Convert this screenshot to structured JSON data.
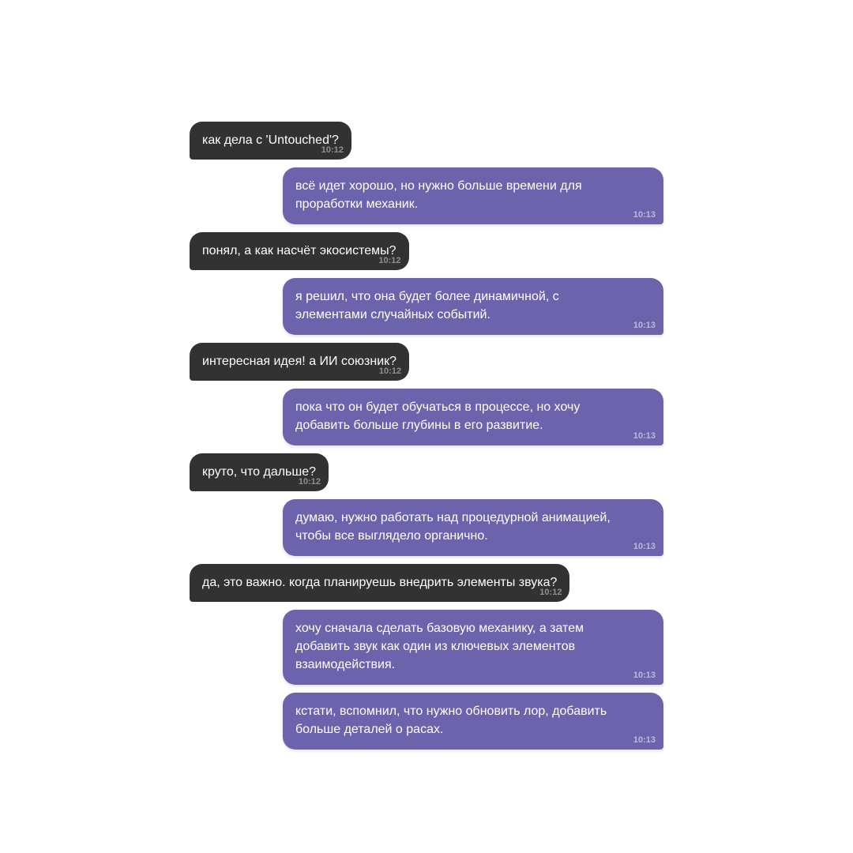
{
  "colors": {
    "incoming_bubble": "#323232",
    "outgoing_bubble": "#6c63ac",
    "background": "#ffffff",
    "text": "#ffffff"
  },
  "messages": [
    {
      "side": "incoming",
      "text": "как дела с 'Untouched'?",
      "time": "10:12"
    },
    {
      "side": "outgoing",
      "text": "всё идет хорошо, но нужно больше времени для проработки механик.",
      "time": "10:13"
    },
    {
      "side": "incoming",
      "text": "понял, а как насчёт экосистемы?",
      "time": "10:12"
    },
    {
      "side": "outgoing",
      "text": "я решил, что она будет более динамичной, с элементами случайных событий.",
      "time": "10:13"
    },
    {
      "side": "incoming",
      "text": "интересная идея! а ИИ союзник?",
      "time": "10:12"
    },
    {
      "side": "outgoing",
      "text": "пока что он будет обучаться в процессе, но хочу добавить больше глубины в его развитие.",
      "time": "10:13"
    },
    {
      "side": "incoming",
      "text": "круто, что дальше?",
      "time": "10:12"
    },
    {
      "side": "outgoing",
      "text": "думаю, нужно работать над процедурной анимацией, чтобы все выглядело органично.",
      "time": "10:13"
    },
    {
      "side": "incoming",
      "text": "да, это важно. когда планируешь внедрить элементы звука?",
      "time": "10:12"
    },
    {
      "side": "outgoing",
      "text": "хочу сначала сделать базовую механику, а затем добавить звук как один из ключевых элементов взаимодействия.",
      "time": "10:13"
    },
    {
      "side": "outgoing",
      "text": "кстати, вспомнил, что нужно обновить лор, добавить больше деталей о расах.",
      "time": "10:13"
    }
  ]
}
